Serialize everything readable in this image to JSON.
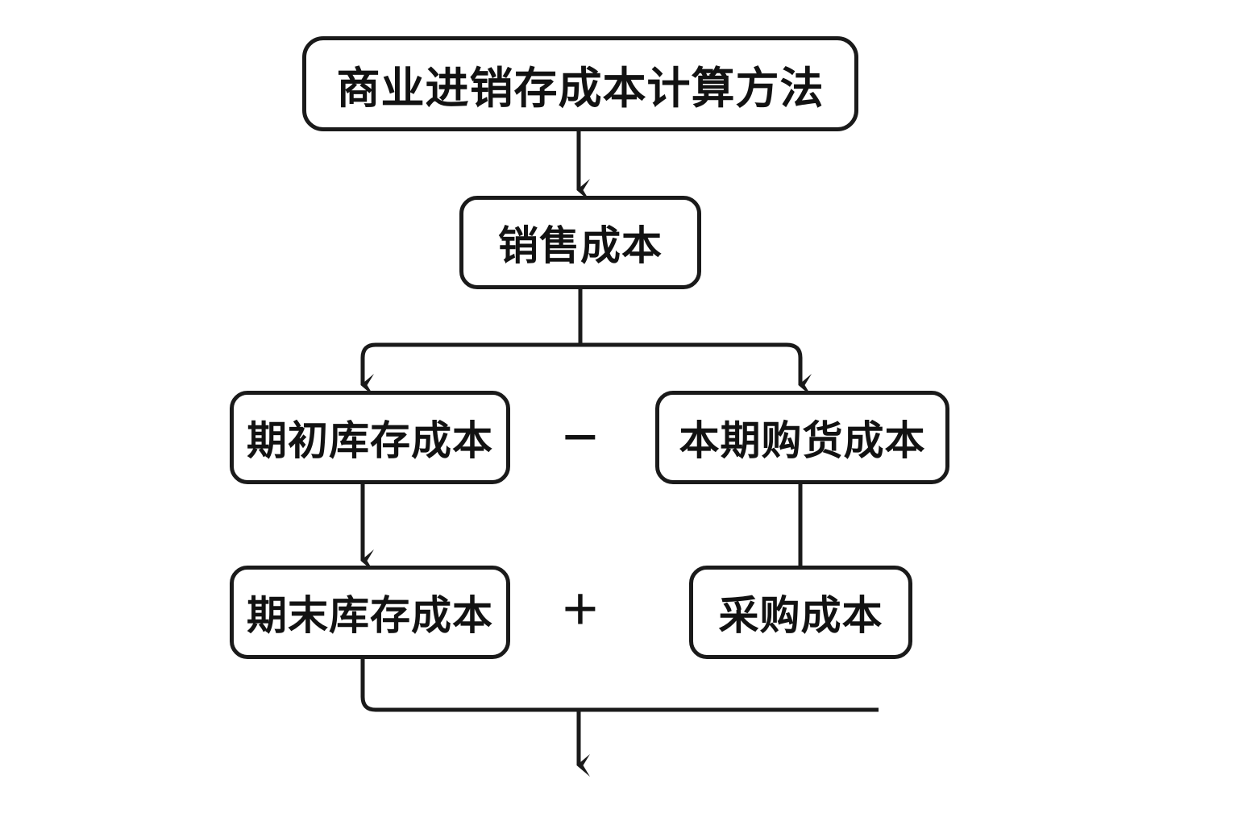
{
  "diagram": {
    "type": "flowchart",
    "title": "商业进销存成本计算方法",
    "background_color": "#ffffff",
    "line_color": "#1a1a1a",
    "text_color": "#121212",
    "nodes": [
      {
        "id": "title",
        "label": "商业进销存成本计算方法"
      },
      {
        "id": "sales",
        "label": "销售成本"
      },
      {
        "id": "begin",
        "label": "期初库存成本"
      },
      {
        "id": "purchase",
        "label": "本期购货成本"
      },
      {
        "id": "end",
        "label": "期末库存成本"
      },
      {
        "id": "procure",
        "label": "采购成本"
      }
    ],
    "operators": [
      {
        "id": "minus",
        "symbol": "−"
      },
      {
        "id": "plus",
        "symbol": "+"
      }
    ]
  }
}
